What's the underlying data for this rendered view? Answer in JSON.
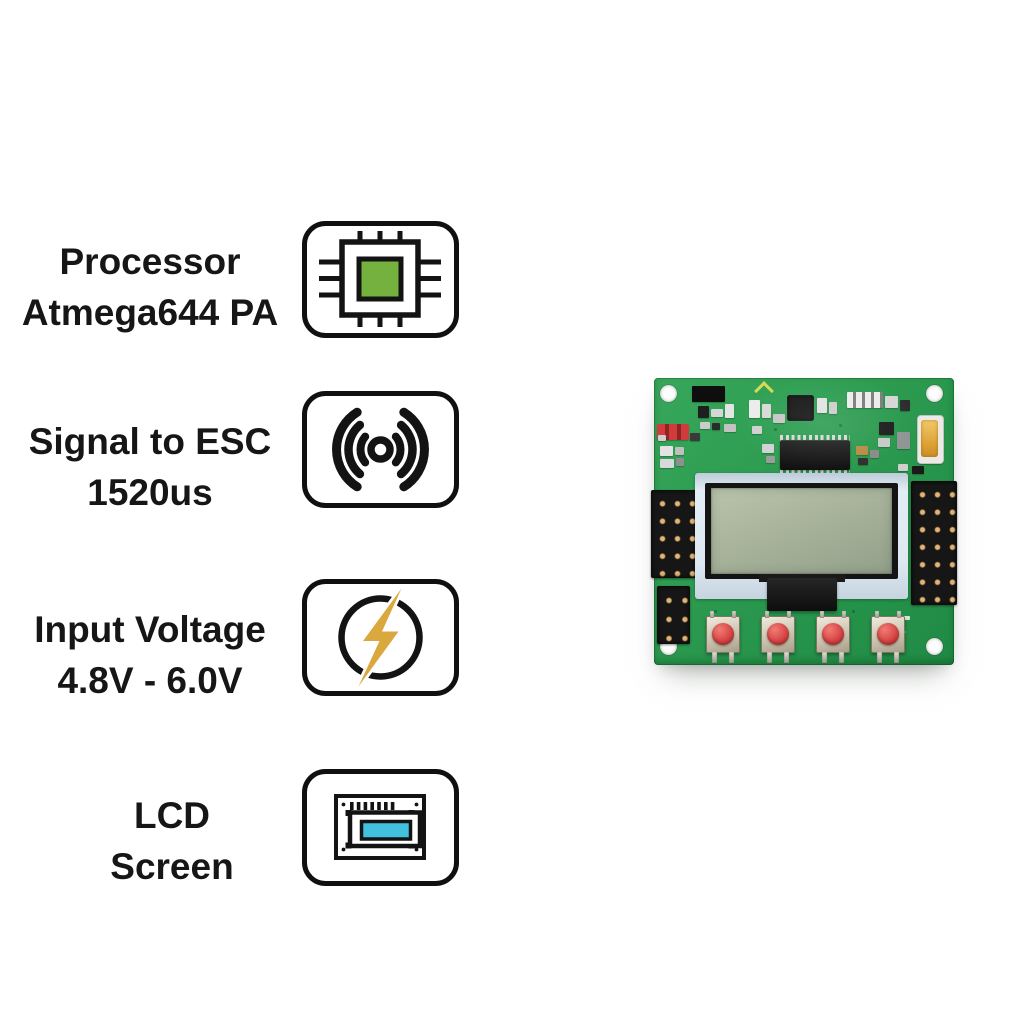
{
  "background": "#ffffff",
  "features": [
    {
      "line1": "Processor",
      "line2": "Atmega644 PA",
      "icon": "processor-chip-icon"
    },
    {
      "line1": "Signal to ESC",
      "line2": "1520us",
      "icon": "signal-waves-icon"
    },
    {
      "line1": "Input Voltage",
      "line2": "4.8V - 6.0V",
      "icon": "lightning-bolt-icon"
    },
    {
      "line1": "LCD",
      "line2": "Screen",
      "icon": "lcd-screen-icon"
    }
  ],
  "colors": {
    "text": "#161616",
    "icon_outline": "#101010",
    "chip_green": "#74B13E",
    "bolt_gold": "#DBA83E",
    "lcd_cyan": "#42C1DE",
    "pcb_green": "#2F9E4E",
    "button_red": "#D84848"
  },
  "photo": {
    "subject": "green flight controller circuit board with LCD display, four red push buttons and black pin headers"
  }
}
